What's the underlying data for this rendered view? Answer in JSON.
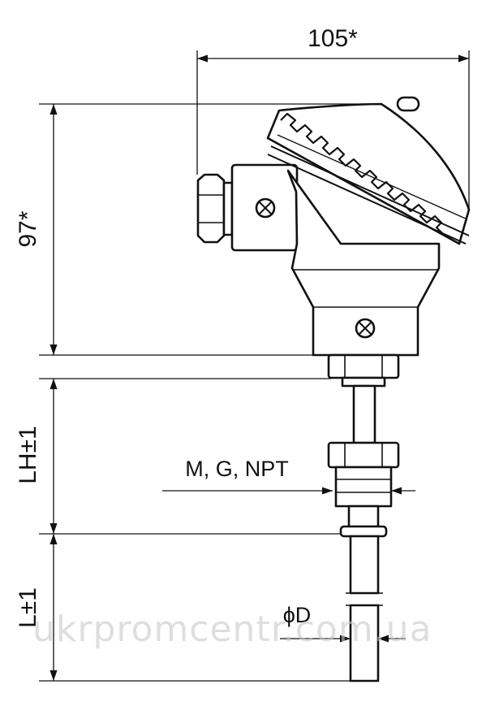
{
  "dimensions": {
    "width_label": "105*",
    "height_label": "97*",
    "lh_label": "LH±1",
    "l_label": "L±1",
    "thread_label": "M, G, NPT",
    "diameter_label": "ϕD"
  },
  "watermark": "ukrpromcentr.com.ua",
  "colors": {
    "line": "#111111",
    "background": "#ffffff",
    "watermark": "#c9c9c9"
  }
}
